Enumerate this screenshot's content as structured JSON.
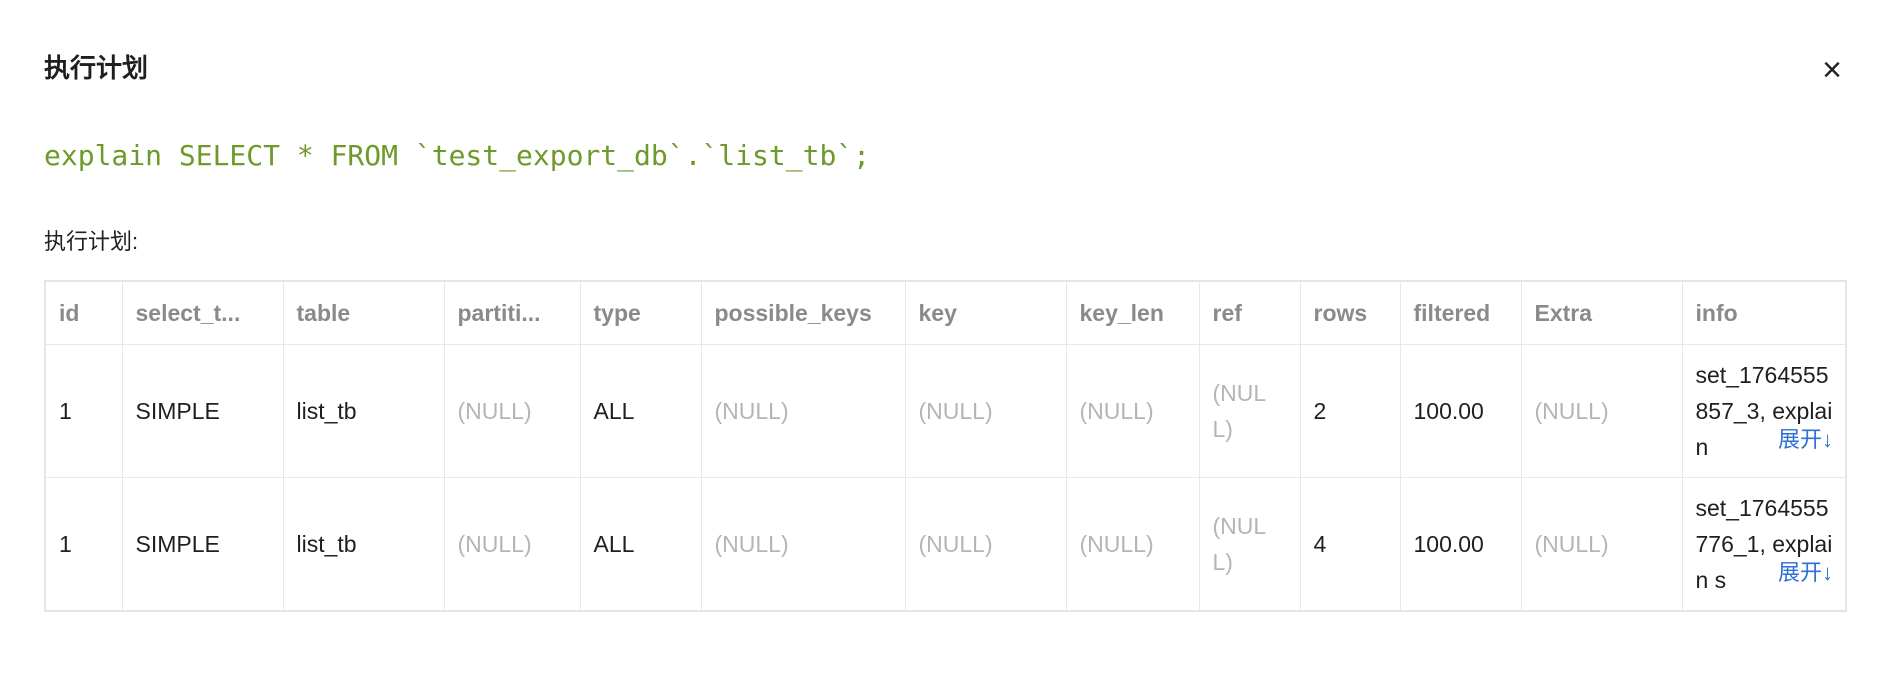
{
  "dialog": {
    "title": "执行计划",
    "close_symbol": "×",
    "sql": "explain SELECT * FROM `test_export_db`.`list_tb`;",
    "section_label": "执行计划:"
  },
  "table": {
    "headers": [
      "id",
      "select_t...",
      "table",
      "partiti...",
      "type",
      "possible_keys",
      "key",
      "key_len",
      "ref",
      "rows",
      "filtered",
      "Extra",
      "info"
    ],
    "rows": [
      {
        "id": "1",
        "select_type": "SIMPLE",
        "table": "list_tb",
        "partitions": "(NULL)",
        "type": "ALL",
        "possible_keys": "(NULL)",
        "key": "(NULL)",
        "key_len": "(NULL)",
        "ref": "(NULL)",
        "rows": "2",
        "filtered": "100.00",
        "extra": "(NULL)",
        "info": "set_1764555857_3, explain",
        "expand_label": "展开↓"
      },
      {
        "id": "1",
        "select_type": "SIMPLE",
        "table": "list_tb",
        "partitions": "(NULL)",
        "type": "ALL",
        "possible_keys": "(NULL)",
        "key": "(NULL)",
        "key_len": "(NULL)",
        "ref": "(NULL)",
        "rows": "4",
        "filtered": "100.00",
        "extra": "(NULL)",
        "info": "set_1764555776_1, explain s",
        "expand_label": "展开↓"
      }
    ]
  },
  "colors": {
    "sql_green": "#6d9a2a",
    "header_gray": "#8a8a8a",
    "null_gray": "#b5b5b5",
    "link_blue": "#2f6fd6"
  }
}
